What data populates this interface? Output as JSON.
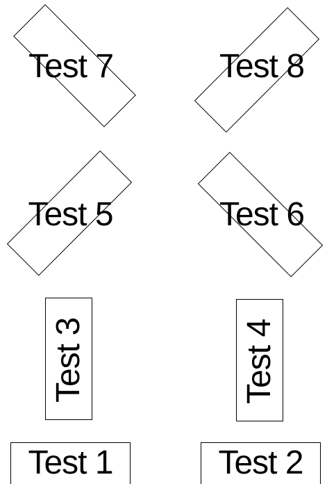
{
  "labels": {
    "test1": "Test 1",
    "test2": "Test 2",
    "test3": "Test 3",
    "test4": "Test 4",
    "test5": "Test 5",
    "test6": "Test 6",
    "test7": "Test 7",
    "test8": "Test 8"
  },
  "colors": {
    "background": "#ffffff",
    "foreground": "#000000"
  }
}
